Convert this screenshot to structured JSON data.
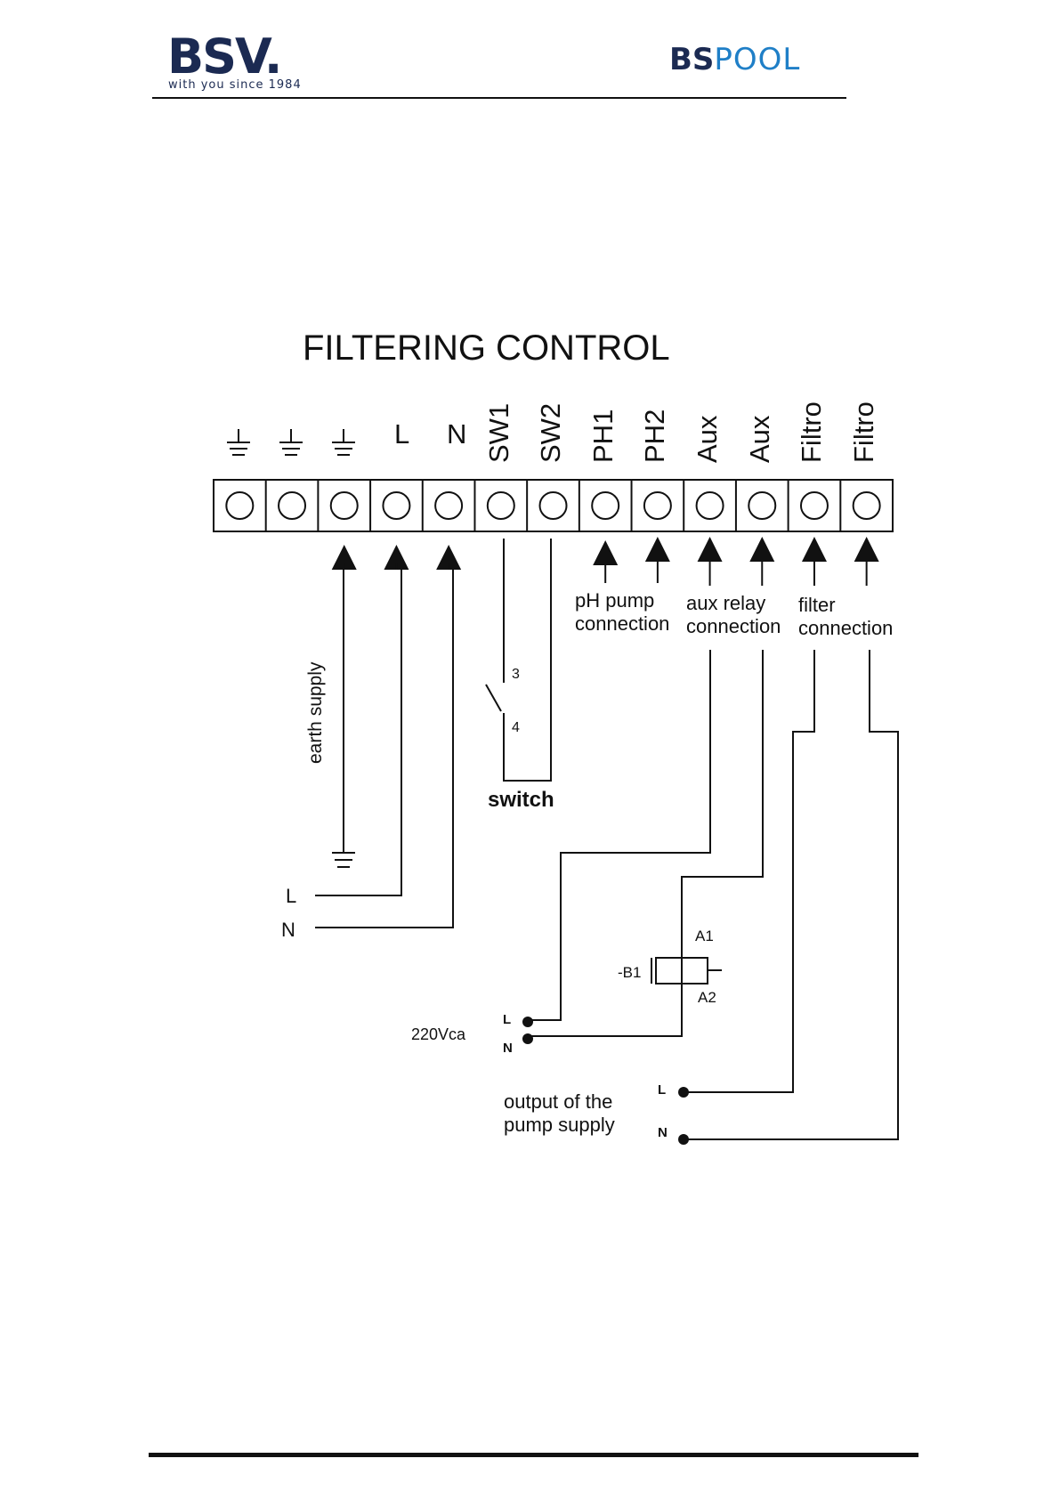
{
  "header": {
    "brand_left": "BSV.",
    "brand_left_tagline": "with you since 1984",
    "brand_right_bs": "BS",
    "brand_right_pool": "POOL"
  },
  "diagram": {
    "title": "FILTERING CONTROL",
    "terminals": [
      "",
      "",
      "",
      "L",
      "N",
      "SW1",
      "SW2",
      "PH1",
      "PH2",
      "Aux",
      "Aux",
      "Filtro",
      "Filtro"
    ],
    "labels": {
      "earth_supply": "earth supply",
      "switch": "switch",
      "ph_pump_line1": "pH pump",
      "ph_pump_line2": "connection",
      "aux_relay_line1": "aux relay",
      "aux_relay_line2": "connection",
      "filter_line1": "filter",
      "filter_line2": "connection",
      "switch_contact_3": "3",
      "switch_contact_4": "4",
      "supply_L": "L",
      "supply_N": "N",
      "relay_a1": "A1",
      "relay_name": "-B1",
      "relay_a2": "A2",
      "voltage": "220Vca",
      "mains_L": "L",
      "mains_N": "N",
      "output_line1": "output of the",
      "output_line2": "pump supply",
      "output_L": "L",
      "output_N": "N"
    }
  },
  "colors": {
    "brand_navy": "#1b2a52",
    "brand_blue": "#1f7fc7",
    "line": "#111111"
  }
}
